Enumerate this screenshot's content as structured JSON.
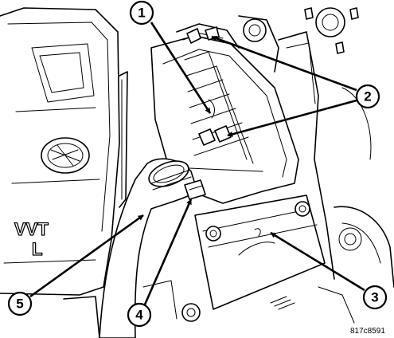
{
  "callouts": [
    {
      "label": "1"
    },
    {
      "label": "2"
    },
    {
      "label": "3"
    },
    {
      "label": "4"
    },
    {
      "label": "5"
    }
  ],
  "engine_cover_text": {
    "line1": "VVT",
    "line2": "L"
  },
  "figure_code": "817c8591",
  "colors": {
    "ink": "#000000",
    "paper": "#ffffff"
  }
}
